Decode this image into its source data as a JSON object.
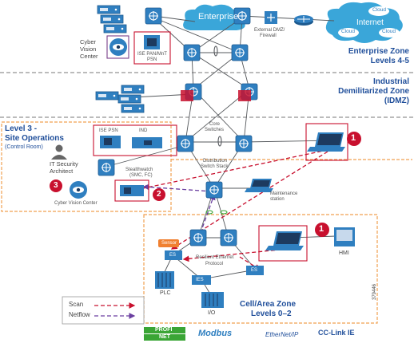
{
  "zones": {
    "enterprise": {
      "title": "Enterprise Zone",
      "subtitle": "Levels 4-5"
    },
    "idmz": {
      "title_line1": "Industrial",
      "title_line2": "Demilitarized Zone",
      "title_line3": "(IDMZ)"
    },
    "site_ops": {
      "title_line1": "Level 3 -",
      "title_line2": "Site Operations",
      "subtitle": "(Control Room)"
    },
    "cell_area": {
      "title": "Cell/Area Zone",
      "subtitle": "Levels 0–2"
    }
  },
  "labels": {
    "enterprise_cloud": "Enterprise",
    "internet": "Internet",
    "cloud1": "Cloud",
    "cloud2": "Cloud",
    "cloud3": "Cloud",
    "external_dmz_1": "External DMZ/",
    "external_dmz_2": "Firewall",
    "cyber_vision_center_top_1": "Cyber",
    "cyber_vision_center_top_2": "Vision",
    "cyber_vision_center_top_3": "Center",
    "ise_pan_1": "ISE PAN/MnT",
    "ise_pan_2": "PSN",
    "core_switches_1": "Core",
    "core_switches_2": "Switches",
    "ise_psn": "ISE PSN",
    "ind": "IND",
    "it_security_1": "IT Security",
    "it_security_2": "Architect",
    "stealthwatch_1": "Stealthwatch",
    "stealthwatch_2": "(SMC, FC)",
    "cyber_vision_center_bottom": "Cyber Vision Center",
    "distribution_1": "Distribution",
    "distribution_2": "Switch Stack",
    "maintenance_1": "Maintenance",
    "maintenance_2": "station",
    "sensor": "Sensor",
    "es1": "ES",
    "es2": "IES",
    "es3": "ES",
    "resilient_1": "Resilient Ethernet",
    "resilient_2": "Protocol",
    "plc": "PLC",
    "io": "I/O",
    "hmi": "HMI",
    "figure_id": "379446"
  },
  "markers": [
    "1",
    "2",
    "3",
    "1"
  ],
  "legend": {
    "scan": "Scan",
    "netflow": "Netflow"
  },
  "logos": {
    "profinet_1": "PROFI",
    "profinet_2": "NET",
    "modbus": "Modbus",
    "ethernetip": "EtherNet/IP",
    "cclink": "CC-Link IE"
  },
  "colors": {
    "accent_blue": "#1f4e9a",
    "device_blue": "#2f7fc0",
    "scan_red": "#c8102e",
    "netflow_purple": "#6b3fa0",
    "zone_orange": "#f0a050",
    "link_green": "#3aa535"
  }
}
